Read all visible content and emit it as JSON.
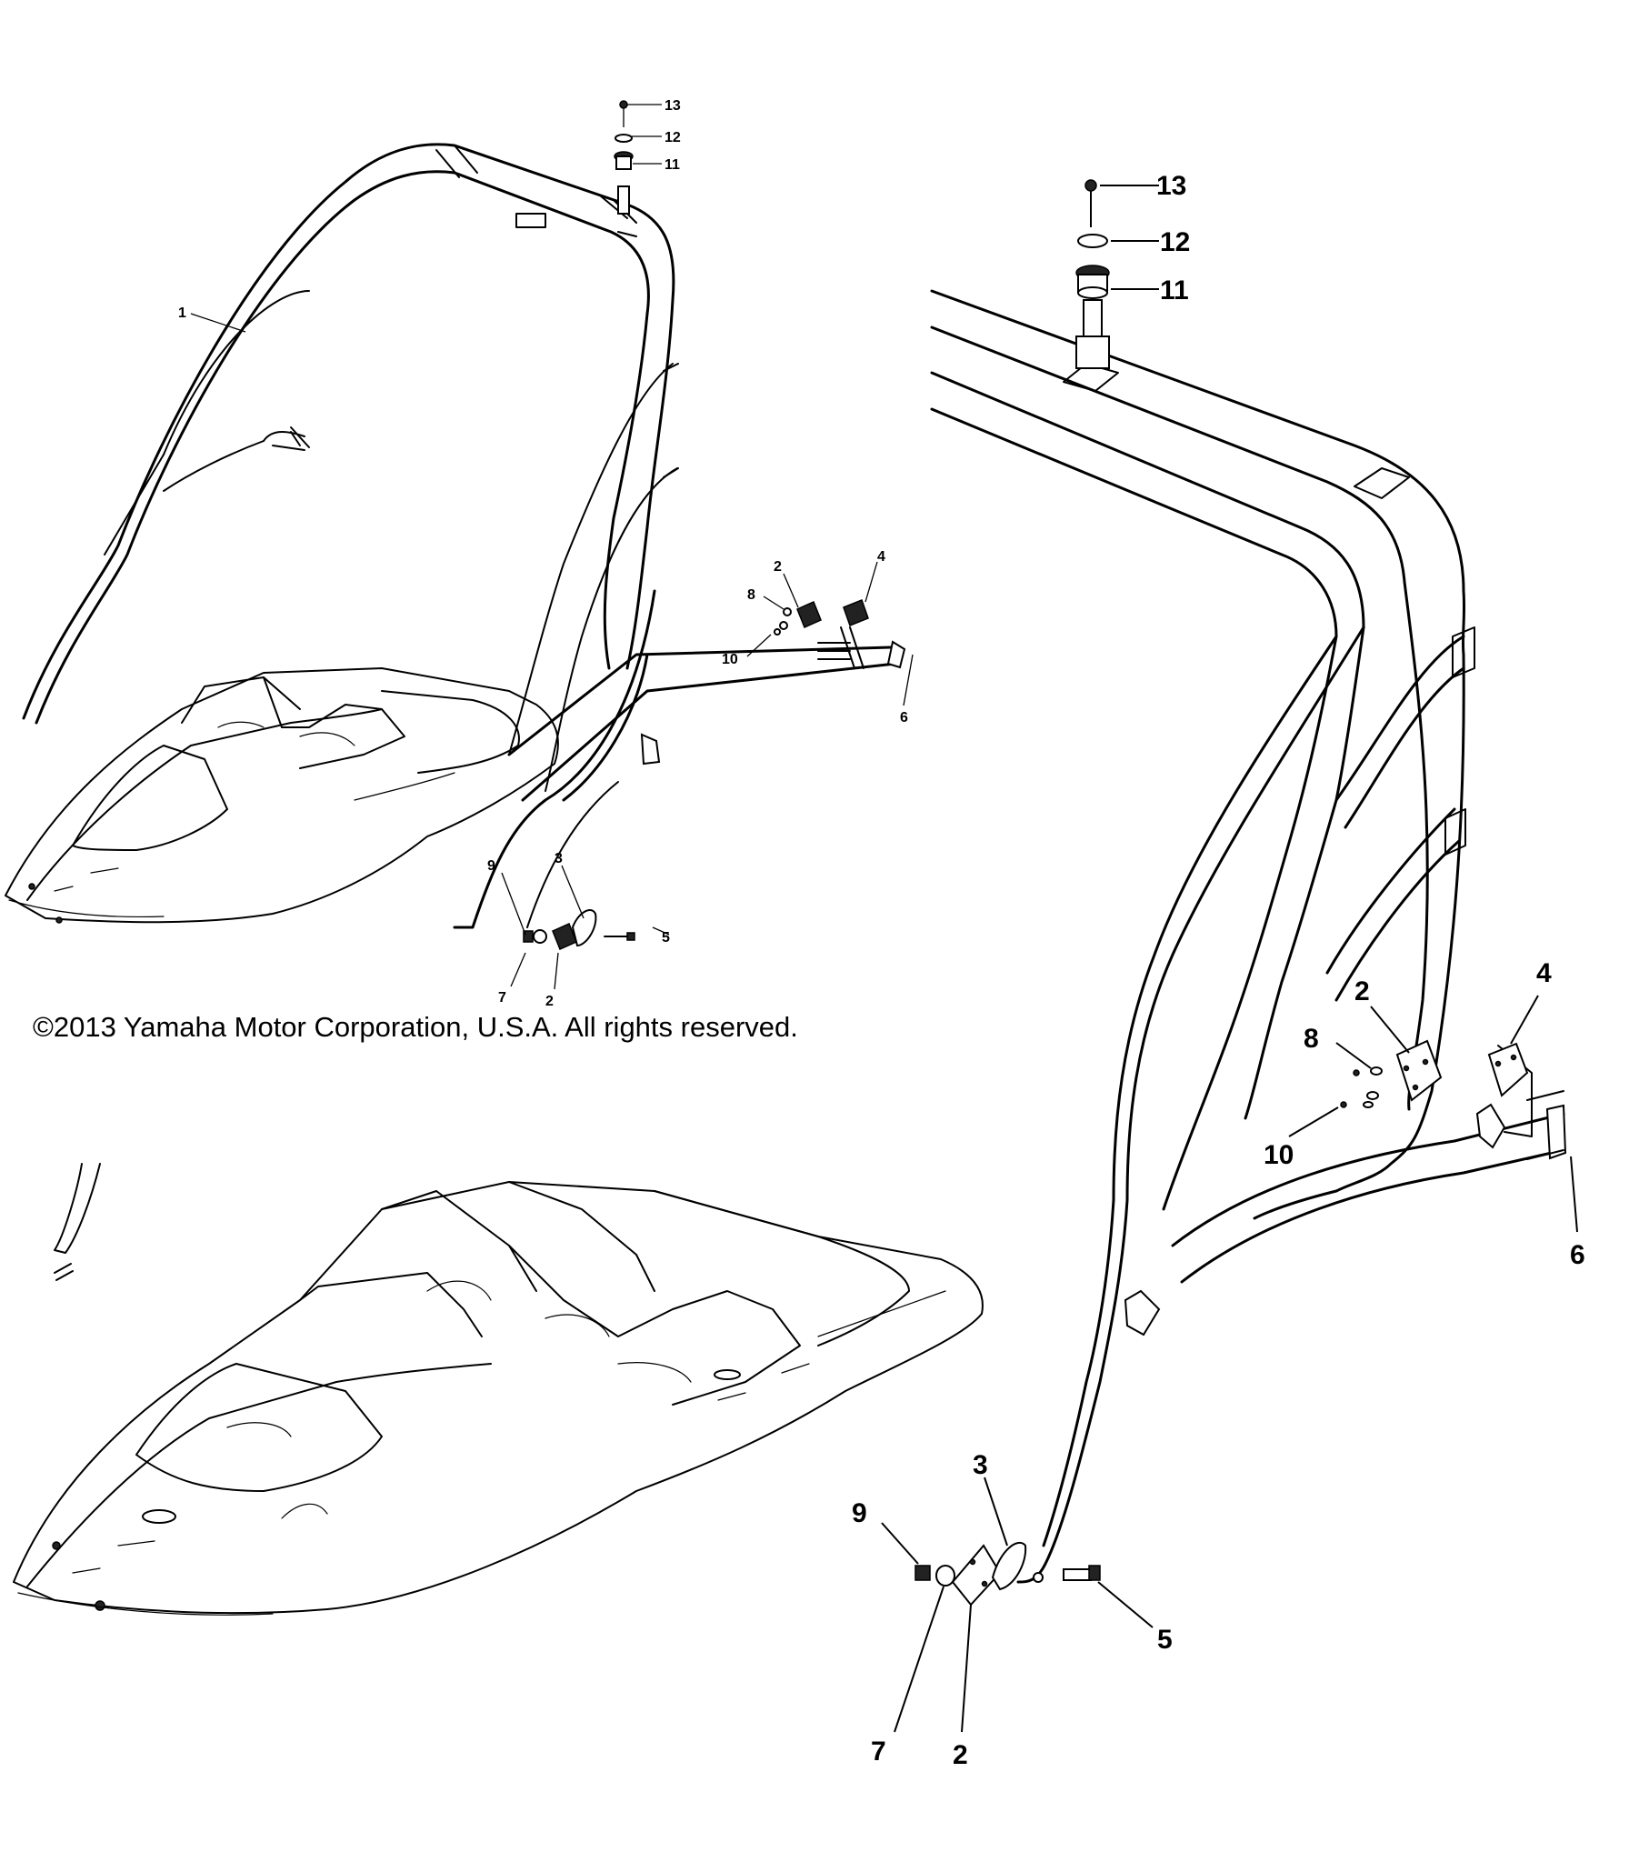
{
  "copyright": "©2013 Yamaha Motor Corporation, U.S.A. All rights reserved.",
  "small_view": {
    "callouts": [
      "13",
      "12",
      "11",
      "1",
      "2",
      "8",
      "10",
      "4",
      "6",
      "9",
      "3",
      "5",
      "7",
      "2"
    ]
  },
  "large_view": {
    "callouts": [
      "13",
      "12",
      "11",
      "2",
      "4",
      "8",
      "10",
      "6",
      "9",
      "3",
      "5",
      "7",
      "2"
    ]
  }
}
